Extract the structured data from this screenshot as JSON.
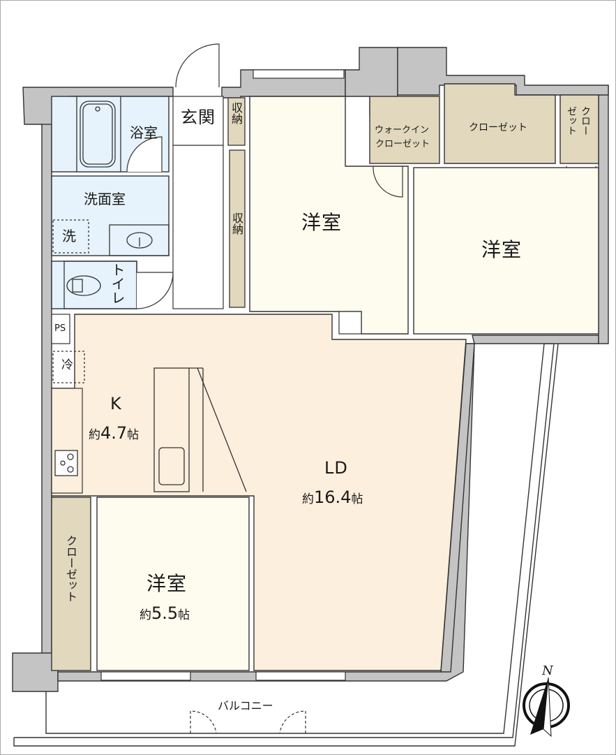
{
  "title": "間取り図",
  "colors": {
    "wall": "#c4c4c4",
    "outline": "#333333",
    "wet_area": "#e6f3fc",
    "storage": "#e1d8bd",
    "bedroom": "#fefcee",
    "ldk": "#fdefdd",
    "exterior": "#ffffff"
  },
  "rooms": {
    "bath": {
      "label": "浴室"
    },
    "washroom": {
      "label": "洗面室"
    },
    "washer": {
      "label": "洗"
    },
    "toilet": {
      "label": "トイレ"
    },
    "entrance": {
      "label": "玄関"
    },
    "storage_entrance": {
      "label": "収納"
    },
    "storage_hall": {
      "label": "収納"
    },
    "bedroom_north_west": {
      "label": "洋室"
    },
    "walk_in_closet": {
      "label_line1": "ウォークイン",
      "label_line2": "クローゼット"
    },
    "closet_north": {
      "label": "クローゼット"
    },
    "closet_north_east": {
      "label_col1": "クロー",
      "label_col2": "ゼット"
    },
    "bedroom_north_east": {
      "label": "洋室"
    },
    "ps": {
      "label": "PS"
    },
    "fridge": {
      "label": "冷"
    },
    "kitchen": {
      "label": "K",
      "area_prefix": "約",
      "area_value": "4.7",
      "area_unit": "帖"
    },
    "living_dining": {
      "label": "LD",
      "area_prefix": "約",
      "area_value": "16.4",
      "area_unit": "帖"
    },
    "closet_south_west": {
      "label": "クローゼット"
    },
    "bedroom_south": {
      "label": "洋室",
      "area_prefix": "約",
      "area_value": "5.5",
      "area_unit": "帖"
    },
    "balcony": {
      "label": "バルコニー"
    }
  },
  "compass": {
    "label": "N"
  }
}
